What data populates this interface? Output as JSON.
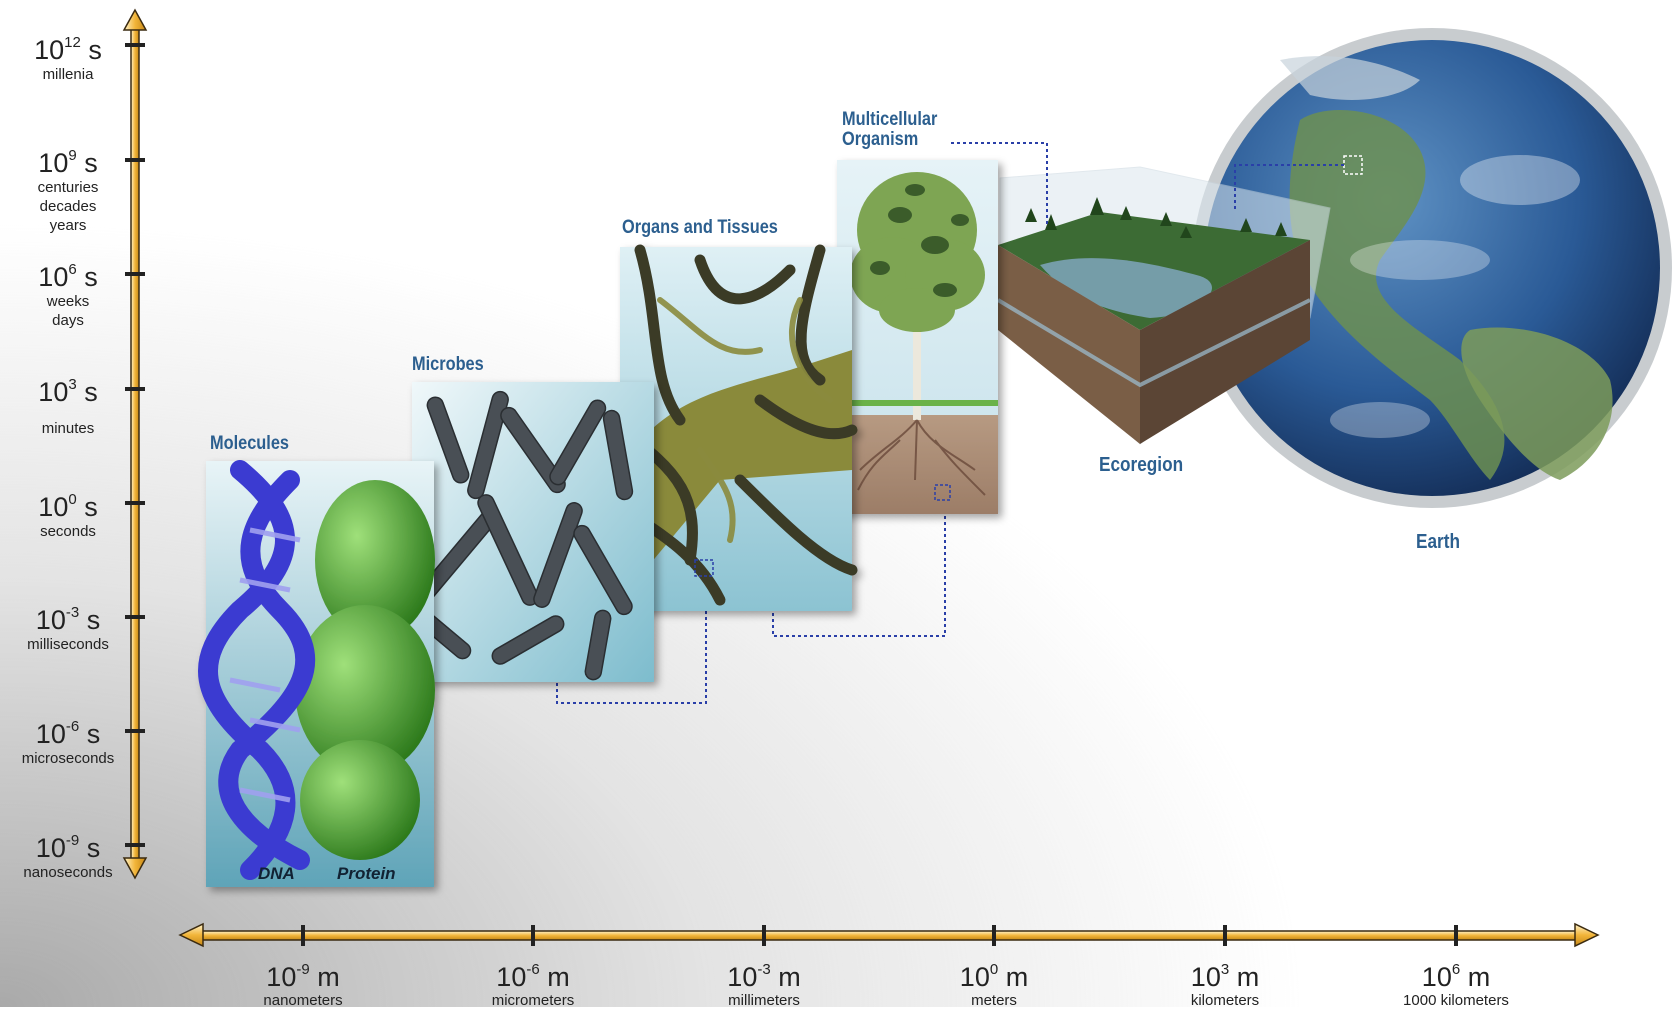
{
  "time_axis": {
    "ticks": [
      {
        "mantissa": "10",
        "exp": "12",
        "unit": "s",
        "sub": [
          "millenia"
        ]
      },
      {
        "mantissa": "10",
        "exp": "9",
        "unit": "s",
        "sub": [
          "centuries",
          "decades",
          "years"
        ]
      },
      {
        "mantissa": "10",
        "exp": "6",
        "unit": "s",
        "sub": [
          "weeks",
          "days"
        ]
      },
      {
        "mantissa": "10",
        "exp": "3",
        "unit": "s",
        "sub": [
          "",
          "minutes"
        ]
      },
      {
        "mantissa": "10",
        "exp": "0",
        "unit": "s",
        "sub": [
          "seconds"
        ]
      },
      {
        "mantissa": "10",
        "exp": "-3",
        "unit": "s",
        "sub": [
          "milliseconds"
        ]
      },
      {
        "mantissa": "10",
        "exp": "-6",
        "unit": "s",
        "sub": [
          "microseconds"
        ]
      },
      {
        "mantissa": "10",
        "exp": "-9",
        "unit": "s",
        "sub": [
          "nanoseconds"
        ]
      }
    ]
  },
  "length_axis": {
    "ticks": [
      {
        "mantissa": "10",
        "exp": "-9",
        "unit": "m",
        "sub": "nanometers"
      },
      {
        "mantissa": "10",
        "exp": "-6",
        "unit": "m",
        "sub": "micrometers"
      },
      {
        "mantissa": "10",
        "exp": "-3",
        "unit": "m",
        "sub": "millimeters"
      },
      {
        "mantissa": "10",
        "exp": "0",
        "unit": "m",
        "sub": "meters"
      },
      {
        "mantissa": "10",
        "exp": "3",
        "unit": "m",
        "sub": "kilometers"
      },
      {
        "mantissa": "10",
        "exp": "6",
        "unit": "m",
        "sub": "1000 kilometers"
      }
    ]
  },
  "panels": {
    "molecules": {
      "title": "Molecules",
      "dna": "DNA",
      "protein": "Protein"
    },
    "microbes": {
      "title": "Microbes"
    },
    "organs": {
      "title": "Organs and Tissues"
    },
    "organism": {
      "title_line1": "Multicellular",
      "title_line2": "Organism"
    },
    "ecoregion": {
      "title": "Ecoregion"
    },
    "earth": {
      "title": "Earth"
    }
  },
  "colors": {
    "axis_fill": "#f2b53a",
    "axis_stroke": "#3a2a10",
    "title_blue": "#2c5f8f",
    "dotted_link": "#2a3fa8"
  }
}
